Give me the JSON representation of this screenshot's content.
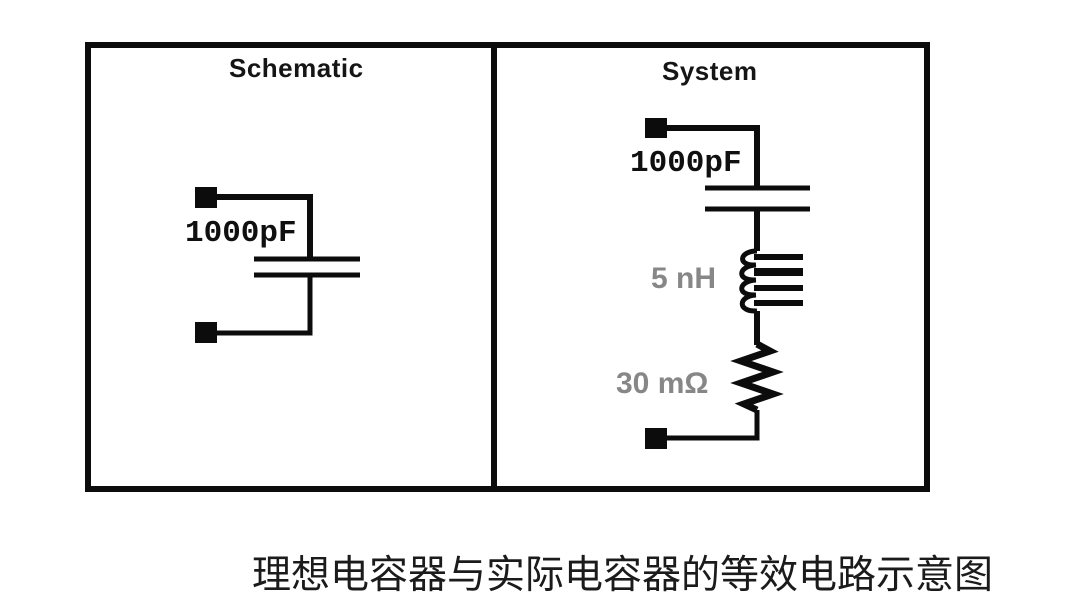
{
  "figure": {
    "panels": {
      "left": {
        "title": "Schematic",
        "capacitor_value": "1000pF"
      },
      "right": {
        "title": "System",
        "capacitor_value": "1000pF",
        "inductor_value": "5 nH",
        "resistor_value": "30 mΩ"
      }
    },
    "caption": "理想电容器与实际电容器的等效电路示意图",
    "colors": {
      "ink": "#0c0c0c",
      "component_label_gray": "#878787",
      "background": "#ffffff"
    }
  }
}
